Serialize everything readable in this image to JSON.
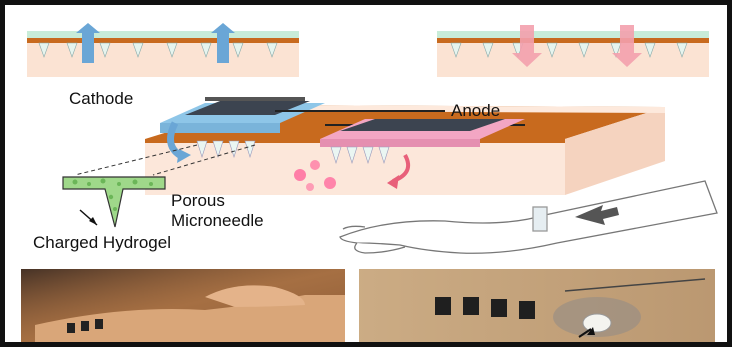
{
  "labels": {
    "cathode": "Cathode",
    "anode": "Anode",
    "porous": "Porous",
    "microneedle": "Microneedle",
    "hydrogel": "Charged Hydrogel"
  },
  "colors": {
    "skin": "#fbe3d3",
    "orange_layer": "#c86a1e",
    "cathode_blue": "#8ec6e8",
    "anode_pink": "#f3a6c3",
    "green": "#9fd88a",
    "arrow_blue": "#6aa6d6",
    "arrow_pink": "#f3a0ad",
    "dot": "#ff6b9d",
    "border": "#111111"
  },
  "icons": [
    "up-arrow-icon",
    "down-arrow-icon",
    "curved-arrow-icon",
    "pointer-arrow-icon"
  ]
}
